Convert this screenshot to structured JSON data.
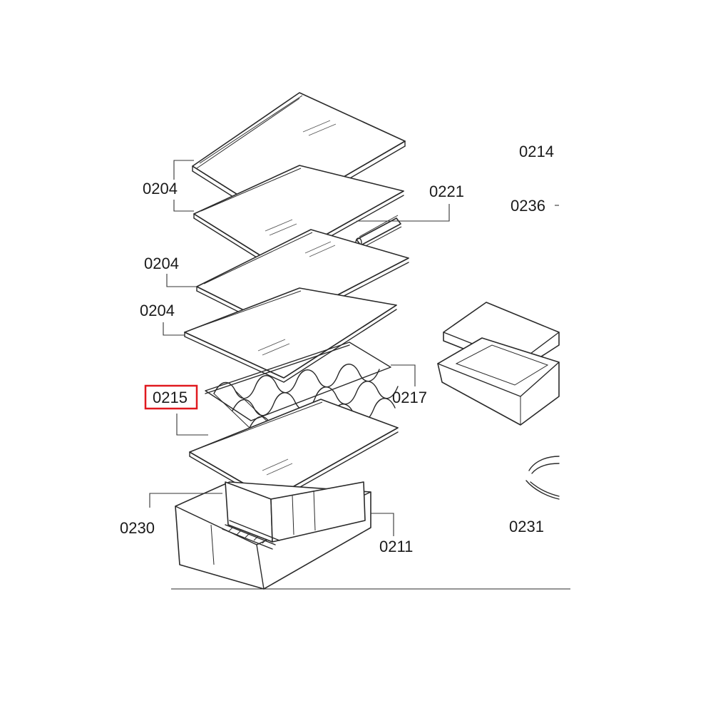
{
  "labels": {
    "shelf_top": "0204",
    "shelf_mid": "0204",
    "shelf_low": "0204",
    "strip": "0221",
    "bottle_rack": "0217",
    "shelf_highlight": "0215",
    "crisper_cover": "0230",
    "crisper_box": "0211",
    "right_top": "0214",
    "right_second": "0236",
    "right_bottom": "0231"
  },
  "highlight": {
    "part": "0215",
    "color": "#e0191f"
  }
}
